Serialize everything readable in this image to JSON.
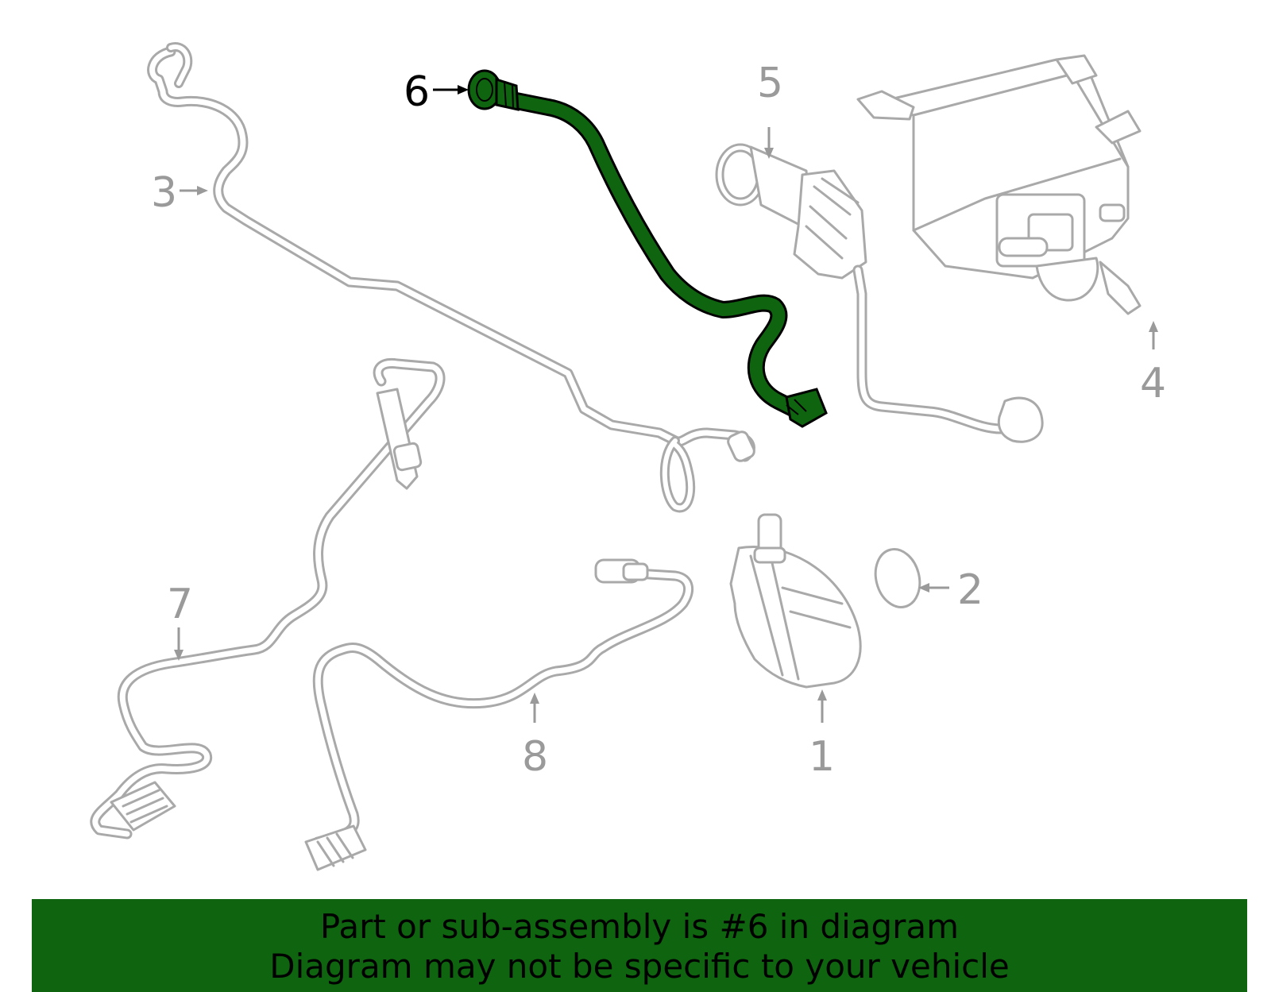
{
  "highlight_color": "#0f640f",
  "callouts": [
    {
      "id": "1",
      "label": "1"
    },
    {
      "id": "2",
      "label": "2"
    },
    {
      "id": "3",
      "label": "3"
    },
    {
      "id": "4",
      "label": "4"
    },
    {
      "id": "5",
      "label": "5"
    },
    {
      "id": "6",
      "label": "6",
      "highlighted": true
    },
    {
      "id": "7",
      "label": "7"
    },
    {
      "id": "8",
      "label": "8"
    }
  ],
  "banner": {
    "line1": "Part or sub-assembly is #6 in diagram",
    "line2": "Diagram may not be specific to your vehicle"
  }
}
